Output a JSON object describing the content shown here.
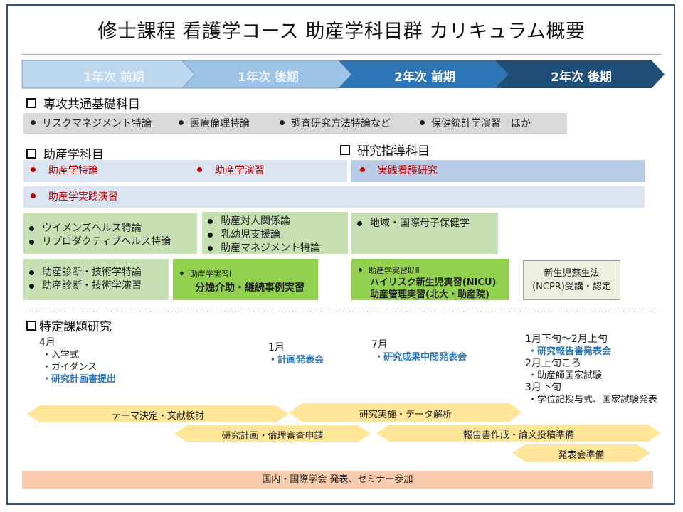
{
  "title": "修士課程 看護学コース 助産学科目群 カリキュラム概要",
  "colors": {
    "frame": "#2f5080",
    "phase1": "#bdd7ee",
    "phase2": "#9dc3e6",
    "phase3": "#2e75b6",
    "phase4": "#1f4e79",
    "grey_box": "#d9d9d9",
    "light_blue": "#dce6f2",
    "mid_blue": "#b8cbe6",
    "light_green": "#c6e0b4",
    "green": "#92d050",
    "pale_green": "#ebf1de",
    "red_text": "#c00000",
    "blue_text": "#2e75b6",
    "gantt": "#ffe699",
    "bottom_bar": "#f8cbad"
  },
  "phases": [
    "1年次 前期",
    "1年次 後期",
    "2年次 前期",
    "2年次 後期"
  ],
  "common": {
    "heading": "専攻共通基礎科目",
    "items": [
      "リスクマネジメント特論",
      "医療倫理特論",
      "調査研究方法特論など",
      "保健統計学演習　ほか"
    ]
  },
  "midwifery": {
    "heading": "助産学科目",
    "red_items": [
      "助産学特論",
      "助産学演習"
    ],
    "practice": "助産学実践演習",
    "box1": [
      "ウイメンズヘルス特論",
      "リプロダクティブヘルス特論"
    ],
    "box2": [
      "助産対人関係論",
      "乳幼児支援論",
      "助産マネジメント特論"
    ],
    "box3": [
      "地域・国際母子保健学"
    ],
    "box4": [
      "助産診断・技術学特論",
      "助産診断・技術学演習"
    ],
    "practicum1_small": "助産学実習Ⅰ",
    "practicum1_main": "分娩介助・継続事例実習",
    "practicum23_small": "助産学実習Ⅱ/Ⅲ",
    "practicum23_line1": "ハイリスク新生児実習(NICU)",
    "practicum23_line2": "助産管理実習(北大・助産院)",
    "ncpr_line1": "新生児蘇生法",
    "ncpr_line2": "(NCPR)受講・認定"
  },
  "research_guidance": {
    "heading": "研究指導科目",
    "item": "実践看護研究"
  },
  "thesis": {
    "heading": "特定課題研究",
    "t1_month": "4月",
    "t1_items": [
      "・入学式",
      "・ガイダンス"
    ],
    "t1_blue": "・研究計画書提出",
    "t2_month": "1月",
    "t2_blue": "・計画発表会",
    "t3_month": "7月",
    "t3_blue": "・研究成果中間発表会",
    "t4_month": "1月下旬～2月上旬",
    "t4_blue": "・研究報告書発表会",
    "t5_month": "2月上旬ころ",
    "t5_item": "・助産師国家試験",
    "t6_month": "3月下旬",
    "t6_item": "・学位記授与式、国家試験発表"
  },
  "gantt": {
    "theme": "テーマ決定・文献検討",
    "research": "研究実施・データ解析",
    "ethics": "研究計画・倫理審査申請",
    "report": "報告書作成・論文投稿準備",
    "presentation": "発表会準備"
  },
  "bottom_bar": "国内・国際学会 発表、セミナー参加"
}
